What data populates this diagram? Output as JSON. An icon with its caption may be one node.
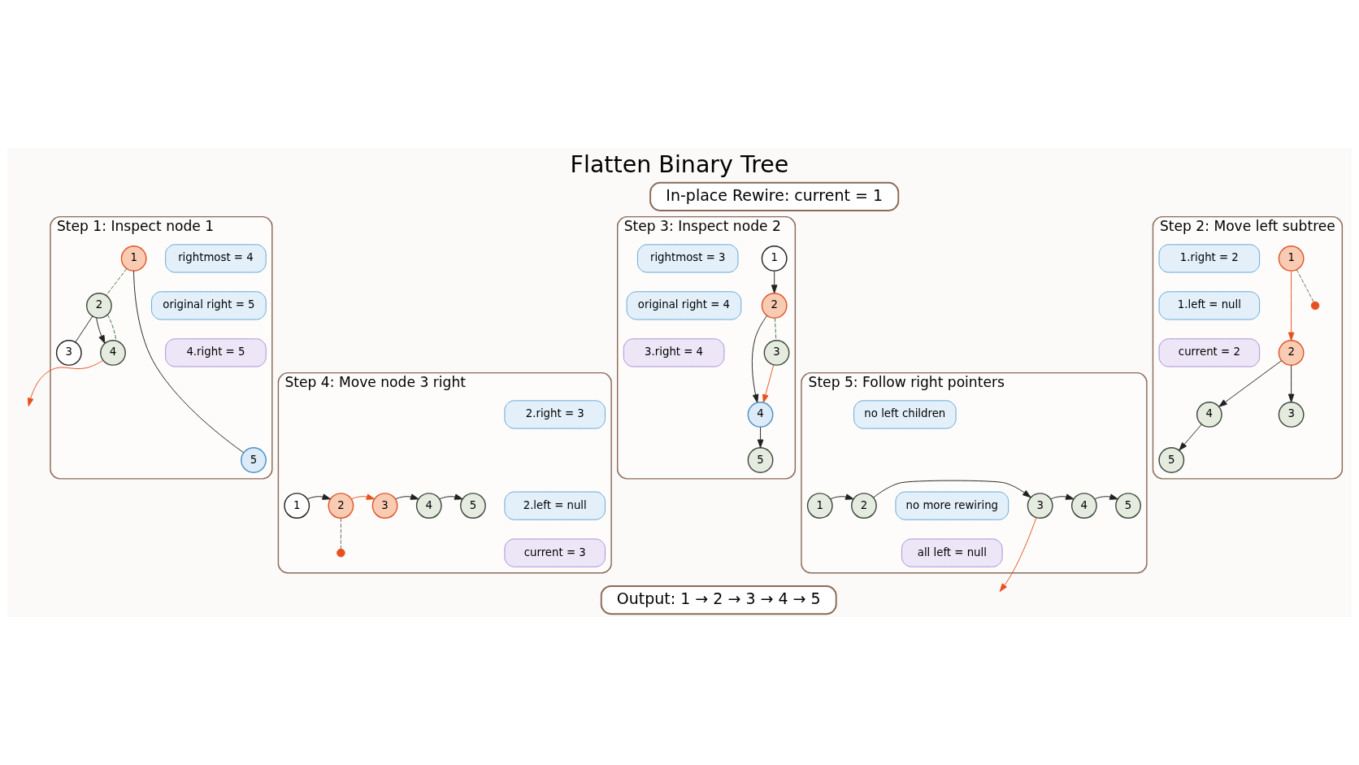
{
  "diagram": {
    "title": "Flatten Binary Tree",
    "nodes": [
      {
        "text": [
          "In-place Rewire: current = 1"
        ]
      },
      {
        "text": [
          "Step 1: Inspect node 1"
        ]
      },
      {
        "text": [
          "1"
        ],
        "in": 1
      },
      {
        "text": [
          "2"
        ],
        "in": 1
      },
      {
        "text": [
          "3"
        ],
        "in": 1
      },
      {
        "text": [
          "4"
        ],
        "in": 1
      },
      {
        "text": [
          "5"
        ],
        "in": 1
      },
      {
        "text": [
          "rightmost = 4"
        ],
        "in": 1
      },
      {
        "text": [
          "original right = 5"
        ],
        "in": 1
      },
      {
        "text": [
          "4.right = 5"
        ],
        "in": 1
      },
      {
        "text": [
          "Step 2: Move left subtree"
        ]
      },
      {
        "text": [
          "1"
        ],
        "in": 10
      },
      {
        "text": [
          "2"
        ],
        "in": 10
      },
      {
        "text": [
          "3"
        ],
        "in": 10
      },
      {
        "text": [
          "4"
        ],
        "in": 10
      },
      {
        "text": [
          "5"
        ],
        "in": 10
      },
      {
        "text": [],
        "shape": "cross",
        "in": 10
      },
      {
        "text": [
          "1.right = 2"
        ],
        "in": 10
      },
      {
        "text": [
          "1.left = null"
        ],
        "in": 10
      },
      {
        "text": [
          "current = 2"
        ],
        "in": 10
      },
      {
        "text": [
          "Step 3: Inspect node 2"
        ]
      },
      {
        "text": [
          "1"
        ],
        "in": 20
      },
      {
        "text": [
          "2"
        ],
        "in": 20
      },
      {
        "text": [
          "3"
        ],
        "in": 20
      },
      {
        "text": [
          "4"
        ],
        "in": 20
      },
      {
        "text": [
          "5"
        ],
        "in": 20
      },
      {
        "text": [
          "rightmost = 3"
        ],
        "in": 20
      },
      {
        "text": [
          "original right = 4"
        ],
        "in": 20
      },
      {
        "text": [
          "3.right = 4"
        ],
        "in": 20
      },
      {
        "text": [
          "Step 4: Move node 3 right"
        ]
      },
      {
        "text": [
          "1"
        ],
        "in": 29
      },
      {
        "text": [
          "2"
        ],
        "in": 29
      },
      {
        "text": [
          "3"
        ],
        "in": 29
      },
      {
        "text": [
          "4"
        ],
        "in": 29
      },
      {
        "text": [
          "5"
        ],
        "in": 29
      },
      {
        "text": [],
        "shape": "cross",
        "in": 29
      },
      {
        "text": [
          "2.right = 3"
        ],
        "in": 29
      },
      {
        "text": [
          "2.left = null"
        ],
        "in": 29
      },
      {
        "text": [
          "current = 3"
        ],
        "in": 29
      },
      {
        "text": [
          "Step 5: Follow right pointers"
        ]
      },
      {
        "text": [
          "1"
        ],
        "in": 39
      },
      {
        "text": [
          "2"
        ],
        "in": 39
      },
      {
        "text": [
          "3"
        ],
        "in": 39
      },
      {
        "text": [
          "4"
        ],
        "in": 39
      },
      {
        "text": [
          "5"
        ],
        "in": 39
      },
      {
        "text": [
          "no left children"
        ],
        "in": 39
      },
      {
        "text": [
          "no more rewiring"
        ],
        "in": 39
      },
      {
        "text": [
          "all left = null"
        ],
        "in": 39
      },
      {
        "text": [
          "Output: 1 → 2 → 3 → 4 → 5"
        ]
      }
    ],
    "edges": [
      {
        "from": 2,
        "to": 3,
        "arrow": "none",
        "style": "dashed",
        "color": "#3f6b3f"
      },
      {
        "from": 2,
        "to": 6,
        "arrow": "none"
      },
      {
        "from": 3,
        "to": 4,
        "arrow": "none"
      },
      {
        "from": 3,
        "to": 5,
        "arrow": "to"
      },
      {
        "from": 3,
        "to": 5,
        "arrow": "none",
        "style": "dashed",
        "color": "#3f6b3f"
      },
      {
        "from": 5,
        "to": null,
        "arrow": "to",
        "color": "#e8501e"
      },
      {
        "from": 11,
        "to": 12,
        "arrow": "to",
        "color": "#e8501e"
      },
      {
        "from": 11,
        "to": 16,
        "arrow": "none",
        "style": "dashed",
        "color": "#666666"
      },
      {
        "from": 12,
        "to": 13,
        "arrow": "to"
      },
      {
        "from": 12,
        "to": 14,
        "arrow": "to"
      },
      {
        "from": 14,
        "to": 15,
        "arrow": "to"
      },
      {
        "from": 21,
        "to": 22,
        "arrow": "to"
      },
      {
        "from": 22,
        "to": 23,
        "arrow": "none",
        "style": "dashed",
        "color": "#3f6b3f"
      },
      {
        "from": 22,
        "to": 24,
        "arrow": "to"
      },
      {
        "from": 23,
        "to": 24,
        "arrow": "to",
        "color": "#e8501e"
      },
      {
        "from": 24,
        "to": 25,
        "arrow": "to"
      },
      {
        "from": 30,
        "to": 31,
        "arrow": "to"
      },
      {
        "from": 31,
        "to": 32,
        "arrow": "to",
        "color": "#e8501e"
      },
      {
        "from": 32,
        "to": 33,
        "arrow": "to"
      },
      {
        "from": 33,
        "to": 34,
        "arrow": "to"
      },
      {
        "from": 31,
        "to": 35,
        "arrow": "none",
        "style": "dashed",
        "color": "#666666"
      },
      {
        "from": 40,
        "to": 41,
        "arrow": "to"
      },
      {
        "from": 41,
        "to": 42,
        "arrow": "to"
      },
      {
        "from": 42,
        "to": 43,
        "arrow": "to"
      },
      {
        "from": 43,
        "to": 44,
        "arrow": "to"
      },
      {
        "from": 42,
        "to": null,
        "arrow": "to",
        "color": "#e8501e"
      }
    ]
  }
}
